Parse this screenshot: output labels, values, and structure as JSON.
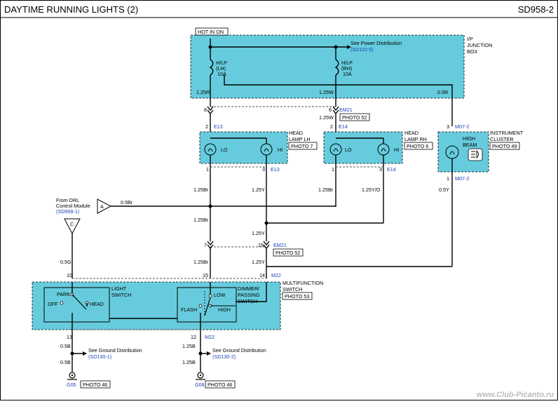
{
  "header": {
    "title": "DAYTIME RUNNING LIGHTS (2)",
    "code": "SD958-2"
  },
  "colors": {
    "component_fill": "#66ccdd",
    "wire": "#000000",
    "link": "#1a3fb5"
  },
  "jb": {
    "hot_label": "HOT IN ON",
    "name": [
      "I/P",
      "JUNCTION",
      "BOX"
    ],
    "power_ref_text": "See Power Distribution",
    "power_ref_code": "(SD110-5)",
    "fuse_lh": [
      "H/LP",
      "(LH)",
      "10A"
    ],
    "fuse_rh": [
      "H/LP",
      "(RH)",
      "10A"
    ],
    "out_lh": "1.25R",
    "out_rh": "1.25W",
    "out_r": "0.5R"
  },
  "conn_em21": {
    "pin8": "8",
    "pin6": "6",
    "name": "EM21",
    "photo": "PHOTO 52",
    "wire_rh": "1.25W"
  },
  "lamp_lh": {
    "name": [
      "HEAD",
      "LAMP LH"
    ],
    "photo": "PHOTO 7",
    "pin2": "2",
    "conn_top": "E13",
    "lo": "LO",
    "hi": "HI",
    "pin1": "1",
    "pin3": "3",
    "conn_bottom": "E13"
  },
  "lamp_rh": {
    "name": [
      "HEAD",
      "LAMP RH"
    ],
    "photo": "PHOTO 6",
    "pin2": "2",
    "conn_top": "E14",
    "lo": "LO",
    "hi": "HI",
    "pin1": "1",
    "pin3": "3",
    "conn_bottom": "E14"
  },
  "cluster": {
    "name": [
      "INSTRUMENT",
      "CLUSTER"
    ],
    "photo": "PHOTO 49",
    "pin3": "3",
    "pin1": "1",
    "conn": "M07-2",
    "conn_bottom": "M07-2",
    "lamp": [
      "HIGH",
      "BEAM"
    ]
  },
  "drl": {
    "from": [
      "From DRL",
      "Control Module"
    ],
    "ref": "(SD958-1)",
    "conn_a": "A",
    "conn_c": "C",
    "wire_a": "0.5Br"
  },
  "wires": {
    "lh_lo": "1.25Br",
    "lh_hi": "1.25Y",
    "rh_lo": "1.25Br",
    "rh_hi": "1.25Y/O",
    "cluster": "0.5Y",
    "br_mid": "1.25Br",
    "y_mid": "1.25Y",
    "br_low": "1.25Br",
    "y_low": "1.25Y",
    "c_wire": "0.5G"
  },
  "conn_em21_lower": {
    "pin7": "7",
    "pin15": "15",
    "name": "EM21",
    "photo": "PHOTO 52"
  },
  "mfs": {
    "name": [
      "MULTIFUNCTION",
      "SWITCH"
    ],
    "photo": "PHOTO 53",
    "pin10": "10",
    "pin15": "15",
    "pin14": "14",
    "conn_top": "M22",
    "light_switch": [
      "LIGHT",
      "SWITCH"
    ],
    "park": "PARK",
    "off": "OFF",
    "head": "HEAD",
    "dimmer": [
      "DIMMER/",
      "PASSING",
      "SWITCH"
    ],
    "flash": "FLASH",
    "low": "LOW",
    "high": "HIGH",
    "pin13": "13",
    "pin12": "12",
    "conn_bottom": "M22"
  },
  "grounds": {
    "g05": {
      "wire_a": "0.5B",
      "wire_b": "0.5B",
      "ref_text": "See Ground Distribution",
      "ref_code": "(SD130-1)",
      "id": "G05",
      "photo": "PHOTO 46"
    },
    "g06": {
      "wire_a": "1.25B",
      "wire_b": "1.25B",
      "ref_text": "See Ground Distribution",
      "ref_code": "(SD130-2)",
      "id": "G06",
      "photo": "PHOTO 46"
    }
  },
  "watermark": "www.Club-Picanto.ru"
}
